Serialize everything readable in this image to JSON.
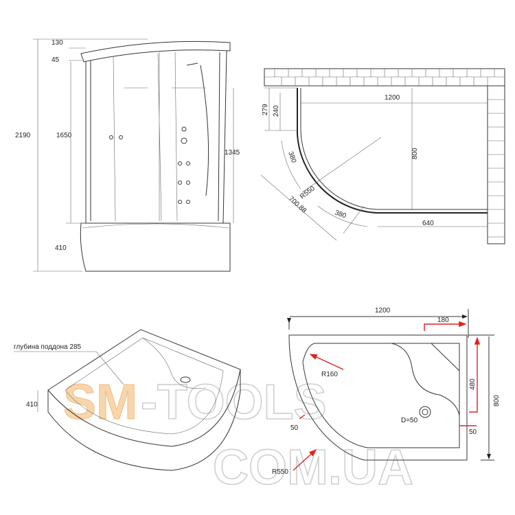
{
  "front_view": {
    "dims": {
      "total_height": "2190",
      "roof": "130",
      "gap": "45",
      "glass_height": "1650",
      "tray_height": "410",
      "panel_height": "1345"
    }
  },
  "plan_view": {
    "dims": {
      "width": "1200",
      "depth": "800",
      "straight_bottom": "640",
      "side_279": "279",
      "side_240": "240",
      "arc_left": "380",
      "arc_bottom": "380",
      "radius": "R550",
      "diagonal": "700.88"
    }
  },
  "tray_perspective": {
    "depth_label": "глубина поддона 285",
    "height": "410"
  },
  "tray_plan": {
    "dims": {
      "width": "1200",
      "offset": "180",
      "drain_offset": "480",
      "depth": "800",
      "inner_radius": "R160",
      "drain": "D=50",
      "rim_left": "50",
      "rim_right": "50",
      "outer_radius": "R550"
    }
  },
  "watermark": {
    "line1_accent": "SM",
    "line1_rest": "-TOOLS",
    "line2": "COM.UA"
  },
  "colors": {
    "dimension_accent": "#e02020",
    "watermark_accent": "#f0b060"
  }
}
